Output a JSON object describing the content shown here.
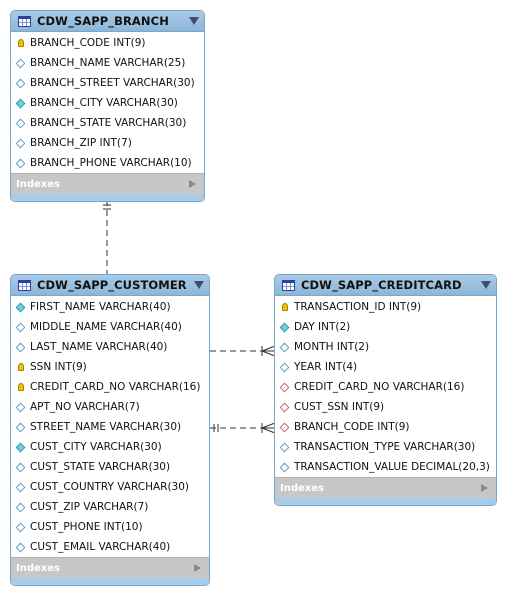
{
  "tables": {
    "branch": {
      "name": "CDW_SAPP_BRANCH",
      "columns": [
        {
          "icon": "key",
          "label": "BRANCH_CODE INT(9)"
        },
        {
          "icon": "col",
          "label": "BRANCH_NAME VARCHAR(25)"
        },
        {
          "icon": "col",
          "label": "BRANCH_STREET VARCHAR(30)"
        },
        {
          "icon": "colf",
          "label": "BRANCH_CITY VARCHAR(30)"
        },
        {
          "icon": "col",
          "label": "BRANCH_STATE VARCHAR(30)"
        },
        {
          "icon": "col",
          "label": "BRANCH_ZIP INT(7)"
        },
        {
          "icon": "col",
          "label": "BRANCH_PHONE VARCHAR(10)"
        }
      ],
      "indexes_label": "Indexes"
    },
    "customer": {
      "name": "CDW_SAPP_CUSTOMER",
      "columns": [
        {
          "icon": "colf",
          "label": "FIRST_NAME VARCHAR(40)"
        },
        {
          "icon": "col",
          "label": "MIDDLE_NAME VARCHAR(40)"
        },
        {
          "icon": "col",
          "label": "LAST_NAME VARCHAR(40)"
        },
        {
          "icon": "key",
          "label": "SSN INT(9)"
        },
        {
          "icon": "key",
          "label": "CREDIT_CARD_NO VARCHAR(16)"
        },
        {
          "icon": "col",
          "label": "APT_NO VARCHAR(7)"
        },
        {
          "icon": "col",
          "label": "STREET_NAME VARCHAR(30)"
        },
        {
          "icon": "colf",
          "label": "CUST_CITY VARCHAR(30)"
        },
        {
          "icon": "col",
          "label": "CUST_STATE VARCHAR(30)"
        },
        {
          "icon": "col",
          "label": "CUST_COUNTRY VARCHAR(30)"
        },
        {
          "icon": "col",
          "label": "CUST_ZIP VARCHAR(7)"
        },
        {
          "icon": "col",
          "label": "CUST_PHONE INT(10)"
        },
        {
          "icon": "col",
          "label": "CUST_EMAIL VARCHAR(40)"
        }
      ],
      "indexes_label": "Indexes"
    },
    "creditcard": {
      "name": "CDW_SAPP_CREDITCARD",
      "columns": [
        {
          "icon": "key",
          "label": "TRANSACTION_ID INT(9)"
        },
        {
          "icon": "colf",
          "label": "DAY INT(2)"
        },
        {
          "icon": "col",
          "label": "MONTH INT(2)"
        },
        {
          "icon": "col",
          "label": "YEAR INT(4)"
        },
        {
          "icon": "fk",
          "label": "CREDIT_CARD_NO VARCHAR(16)"
        },
        {
          "icon": "fk",
          "label": "CUST_SSN INT(9)"
        },
        {
          "icon": "fk",
          "label": "BRANCH_CODE INT(9)"
        },
        {
          "icon": "col",
          "label": "TRANSACTION_TYPE VARCHAR(30)"
        },
        {
          "icon": "col",
          "label": "TRANSACTION_VALUE DECIMAL(20,3)"
        }
      ],
      "indexes_label": "Indexes"
    }
  },
  "colors": {
    "header": "#a9cbe6",
    "border": "#7aa6c8",
    "relationship_line": "#333333"
  }
}
